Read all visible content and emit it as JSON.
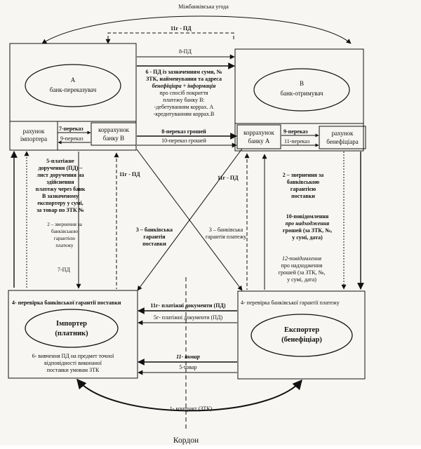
{
  "top_agreement": "Міжбанківська угода",
  "bank_a": {
    "label_line1": "А",
    "label_line2": "банк-переказувач",
    "importer_account_line1": "рахунок",
    "importer_account_line2": "імпортера",
    "corr_account_line1": "коррахунок",
    "corr_account_line2": "банку В"
  },
  "bank_b": {
    "label_line1": "В",
    "label_line2": "банк-отримувач",
    "corr_account_line1": "коррахунок",
    "corr_account_line2": "банку А",
    "beneficiary_account_line1": "рахунок",
    "beneficiary_account_line2": "бенефіціара"
  },
  "importer": {
    "label_line1": "Імпортер",
    "label_line2": "(платник)",
    "step4": "4- перевірка банківської гарантії поставки",
    "step6_line1": "6- вивчення ПД на предмет точної",
    "step6_line2": "відповідності виконаної",
    "step6_line3": "поставки умовам ЗТК"
  },
  "exporter": {
    "label_line1": "Експортер",
    "label_line2": "(бенефіціар)",
    "step4": "4- перевірка банківської гарантії платежу"
  },
  "arrows": {
    "a11_top": "11г - ПД",
    "a8": "8-ПД",
    "a6": [
      "6 - ПД із зазначенням суми, №",
      "ЗТК, найменування та адреса",
      "бенефіціара + інформація",
      "про спосіб покриття",
      "платежу банку В:",
      "-дебетуванням коррах. А",
      "-кредитуванням коррах.В"
    ],
    "a7_left": "7-переказ",
    "a9_left": "9-переказ",
    "a8_mid": "8-переказ грошей",
    "a10_mid": "10-переказ грошей",
    "a9_right": "9-переказ",
    "a11_right": "11-переказ",
    "a5": [
      "5-платіжне",
      "доручення (ПД) –",
      "лист доручення на",
      "здійснення",
      "платежу через банк",
      "В зазначеному",
      "експортеру у сумі,",
      "за товар по ЗТК №"
    ],
    "a2_left": [
      "2 – звернення за",
      "банківською",
      "гарантією",
      "платежу"
    ],
    "a7_pd": "7-ПД",
    "a11_left_mid": "11г - ПД",
    "a11_right_mid": "11г - ПД",
    "a3_left": [
      "3 – банківська",
      "гарантія",
      "поставки"
    ],
    "a3_right": [
      "3 – банківська",
      "гарантія платежу"
    ],
    "a2_right": [
      "2 – звернення за",
      "банківською",
      "гарантією",
      "поставки"
    ],
    "a10_right": [
      "10-повідомлення",
      "про надходження",
      "грошей (за ЗТК, №,",
      "у сумі, дата)"
    ],
    "a12_right": [
      "12-повідомлення",
      "про надходження",
      "грошей (за ЗТК, №,",
      "у сумі, дата)"
    ],
    "a11_docs": "11г- платіжні документи (ПД)",
    "a5_docs": "5г- платіжні документи (ПД)",
    "a11_goods": "11- товар",
    "a5_goods": "5-товар",
    "contract": "1- контракт (ЗТК)"
  },
  "border_label": "Кордон"
}
